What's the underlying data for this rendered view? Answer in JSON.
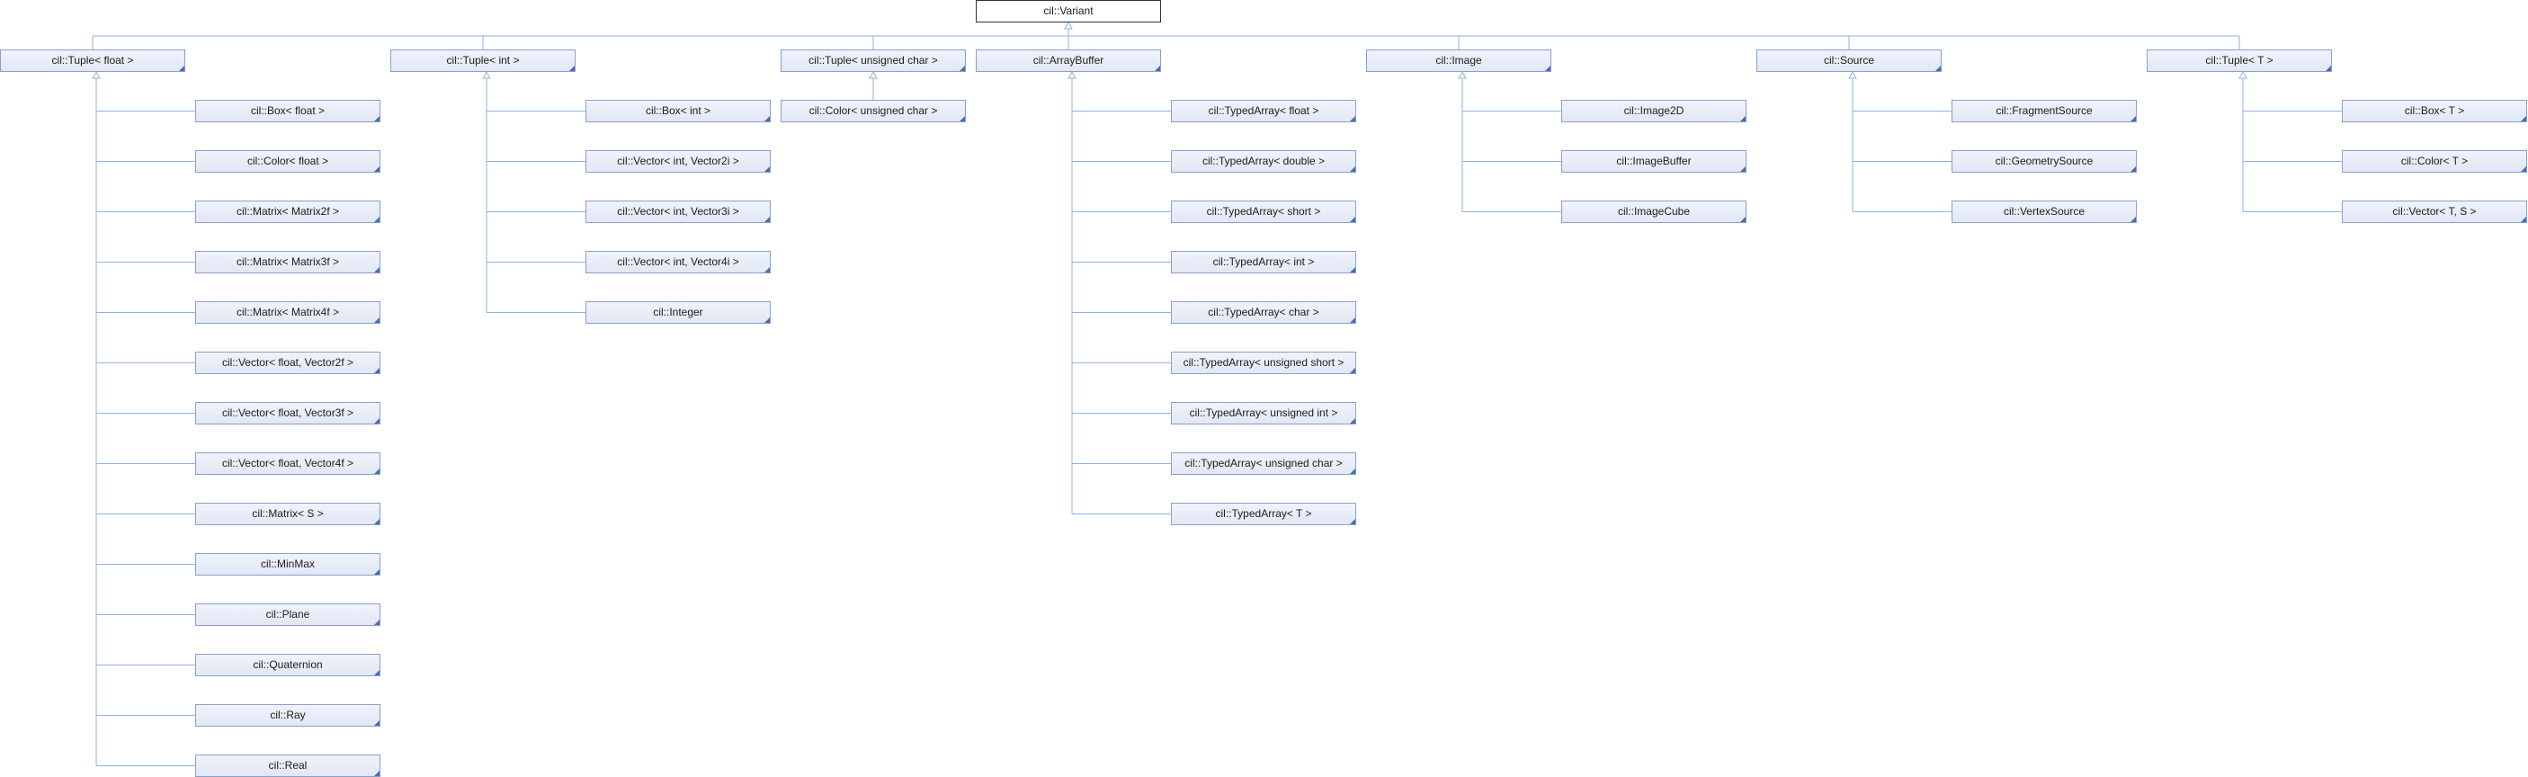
{
  "diagram": {
    "root": "cil::Variant",
    "level1": [
      "cil::Tuple< float >",
      "cil::Tuple< int >",
      "cil::Tuple< unsigned char >",
      "cil::ArrayBuffer",
      "cil::Image",
      "cil::Source",
      "cil::Tuple< T >"
    ],
    "children": [
      [
        "cil::Box< float >",
        "cil::Color< float >",
        "cil::Matrix< Matrix2f >",
        "cil::Matrix< Matrix3f >",
        "cil::Matrix< Matrix4f >",
        "cil::Vector< float, Vector2f >",
        "cil::Vector< float, Vector3f >",
        "cil::Vector< float, Vector4f >",
        "cil::Matrix< S >",
        "cil::MinMax",
        "cil::Plane",
        "cil::Quaternion",
        "cil::Ray",
        "cil::Real"
      ],
      [
        "cil::Box< int >",
        "cil::Vector< int, Vector2i >",
        "cil::Vector< int, Vector3i >",
        "cil::Vector< int, Vector4i >",
        "cil::Integer"
      ],
      [
        "cil::Color< unsigned char >"
      ],
      [
        "cil::TypedArray< float >",
        "cil::TypedArray< double >",
        "cil::TypedArray< short >",
        "cil::TypedArray< int >",
        "cil::TypedArray< char >",
        "cil::TypedArray< unsigned short >",
        "cil::TypedArray< unsigned int >",
        "cil::TypedArray< unsigned char >",
        "cil::TypedArray< T >"
      ],
      [
        "cil::Image2D",
        "cil::ImageBuffer",
        "cil::ImageCube"
      ],
      [
        "cil::FragmentSource",
        "cil::GeometrySource",
        "cil::VertexSource"
      ],
      [
        "cil::Box< T >",
        "cil::Color< T >",
        "cil::Vector< T, S >"
      ]
    ]
  },
  "colors": {
    "edge": "#8fb2dd",
    "node_border": "#8a9fcb",
    "root_border": "#333333"
  }
}
